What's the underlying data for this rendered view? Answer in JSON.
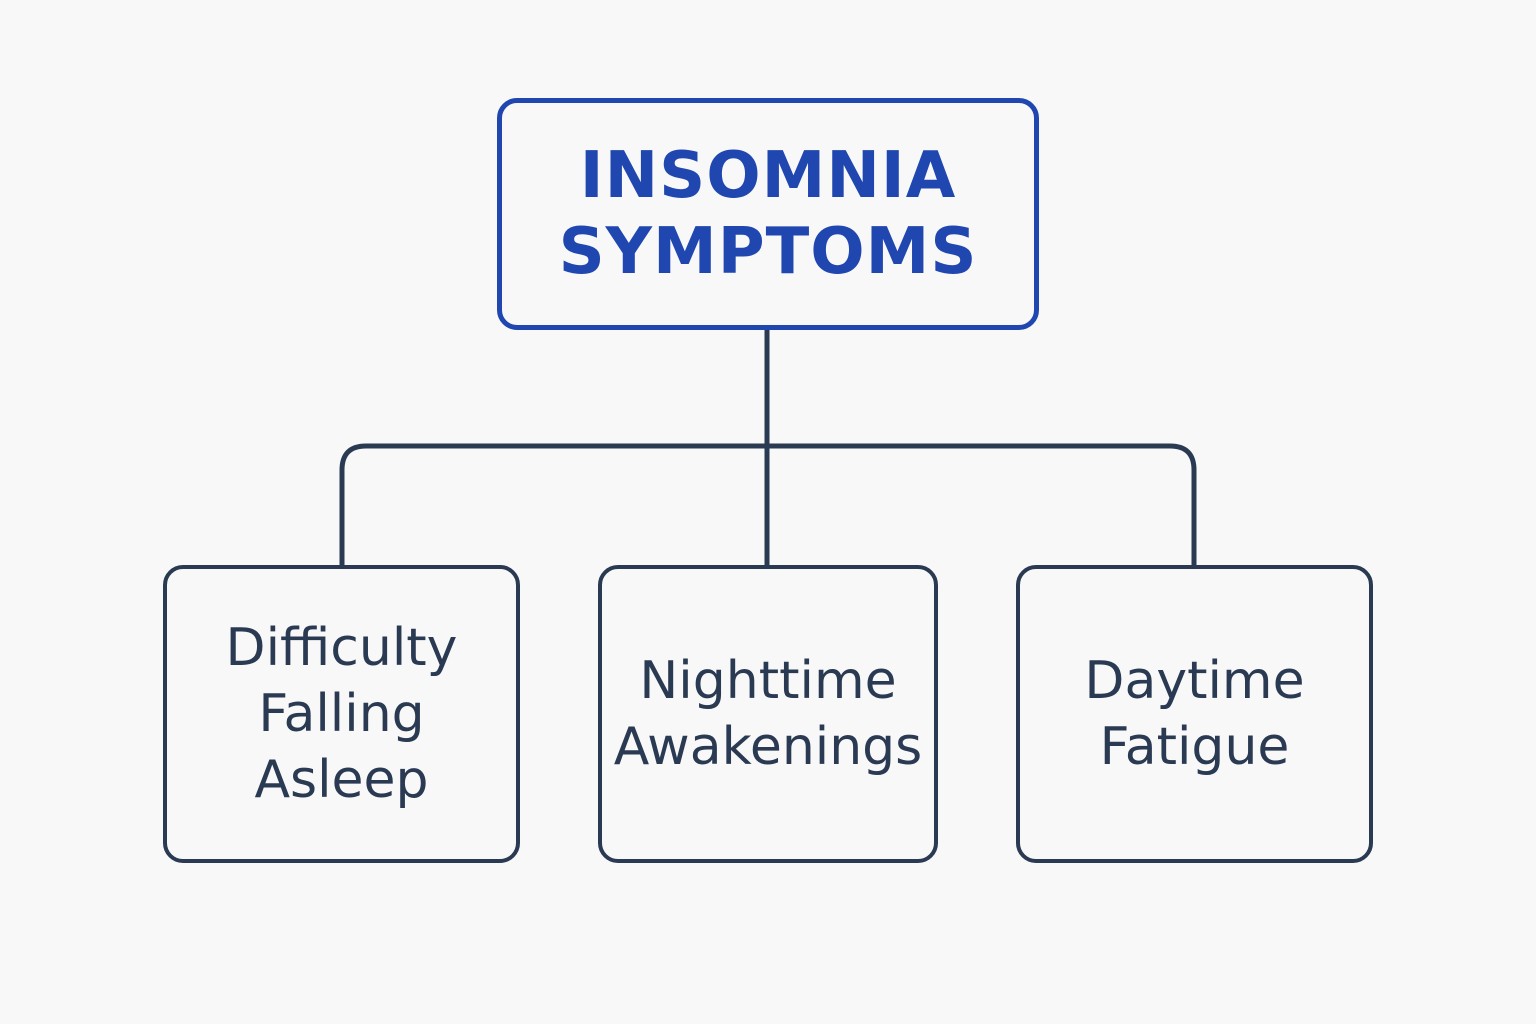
{
  "diagram": {
    "root": {
      "lines": [
        "INSOMNIA",
        "SYMPTOMS"
      ]
    },
    "children": [
      {
        "lines": [
          "Difficulty",
          "Falling",
          "Asleep"
        ]
      },
      {
        "lines": [
          "Nighttime",
          "Awakenings"
        ]
      },
      {
        "lines": [
          "Daytime",
          "Fatigue"
        ]
      }
    ]
  },
  "colors": {
    "background": "#f8f8f8",
    "root_accent": "#2046b0",
    "child_stroke": "#2a3a52",
    "connector": "#2a3a52"
  }
}
